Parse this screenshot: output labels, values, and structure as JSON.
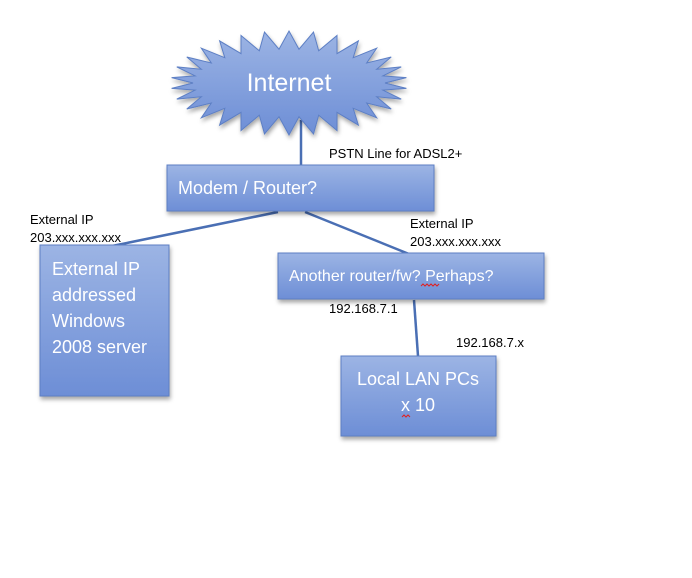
{
  "colors": {
    "box_top": "#9cb4e4",
    "box_bottom": "#6d8ed6",
    "box_stroke": "#5d7fc4",
    "connector": "#4a6fb4",
    "spell_underline": "#e02020"
  },
  "nodes": {
    "internet": {
      "label": "Internet"
    },
    "modem_router": {
      "label": "Modem / Router?"
    },
    "windows_server": {
      "lines": [
        "External IP",
        "addressed",
        "Windows",
        "2008 server"
      ]
    },
    "another_router": {
      "label_pre": "Another router/",
      "label_fw": "fw",
      "label_post": "? Perhaps?"
    },
    "local_lan": {
      "line1": "Local LAN PCs",
      "line2_x": "x",
      "line2_rest": " 10"
    }
  },
  "labels": {
    "pstn": "PSTN Line for ADSL2+",
    "ext_ip_left_title": "External IP",
    "ext_ip_left_value": "203.xxx.xxx.xxx",
    "ext_ip_right_title": "External IP",
    "ext_ip_right_value": "203.xxx.xxx.xxx",
    "lan_gateway": "192.168.7.1",
    "lan_subnet": "192.168.7.x"
  }
}
